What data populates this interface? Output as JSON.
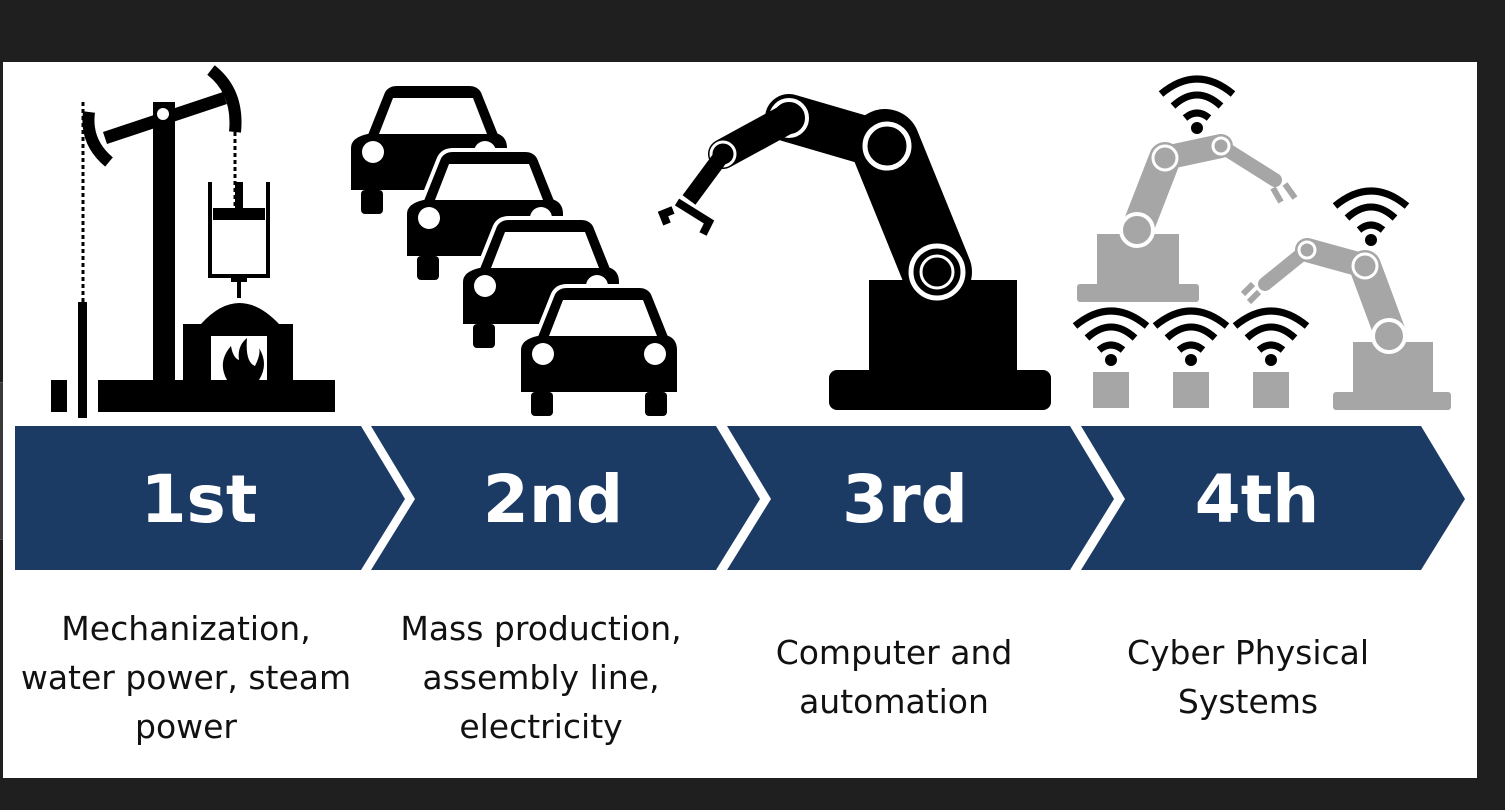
{
  "stages": [
    {
      "number": "1st",
      "description": "Mechanization, water power, steam power",
      "icon": "steam-engine-icon"
    },
    {
      "number": "2nd",
      "description": "Mass production, assembly line, electricity",
      "icon": "assembly-line-cars-icon"
    },
    {
      "number": "3rd",
      "description": "Computer and automation",
      "icon": "robot-arm-icon"
    },
    {
      "number": "4th",
      "description": "Cyber Physical Systems",
      "icon": "connected-robots-icon"
    }
  ],
  "colors": {
    "chevron": "#1b3a64",
    "icon_dark": "#000000",
    "icon_light": "#a6a6a6",
    "frame": "#1f1f1f"
  }
}
